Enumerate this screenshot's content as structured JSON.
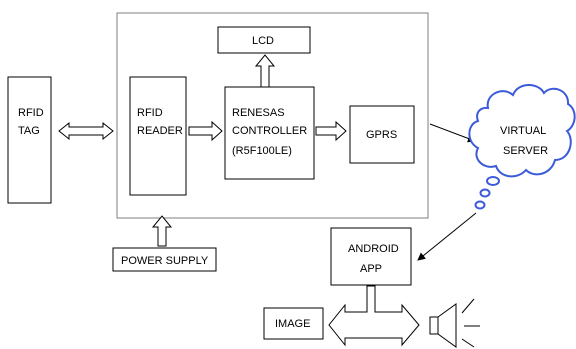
{
  "blocks": {
    "rfid_tag": [
      "RFID",
      "TAG"
    ],
    "rfid_reader": [
      "RFID",
      "READER"
    ],
    "renesas_controller": [
      "RENESAS",
      "CONTROLLER",
      "(R5F100LE)"
    ],
    "lcd": "LCD",
    "gprs": "GPRS",
    "power_supply": "POWER SUPPLY",
    "virtual_server": [
      "VIRTUAL",
      "SERVER"
    ],
    "android_app": [
      "ANDROID",
      "APP"
    ],
    "image": "IMAGE"
  },
  "icons": {
    "speaker": "speaker-icon"
  },
  "colors": {
    "cloud_outline": "#3b5bdb",
    "outer_frame": "#7f7f7f"
  }
}
